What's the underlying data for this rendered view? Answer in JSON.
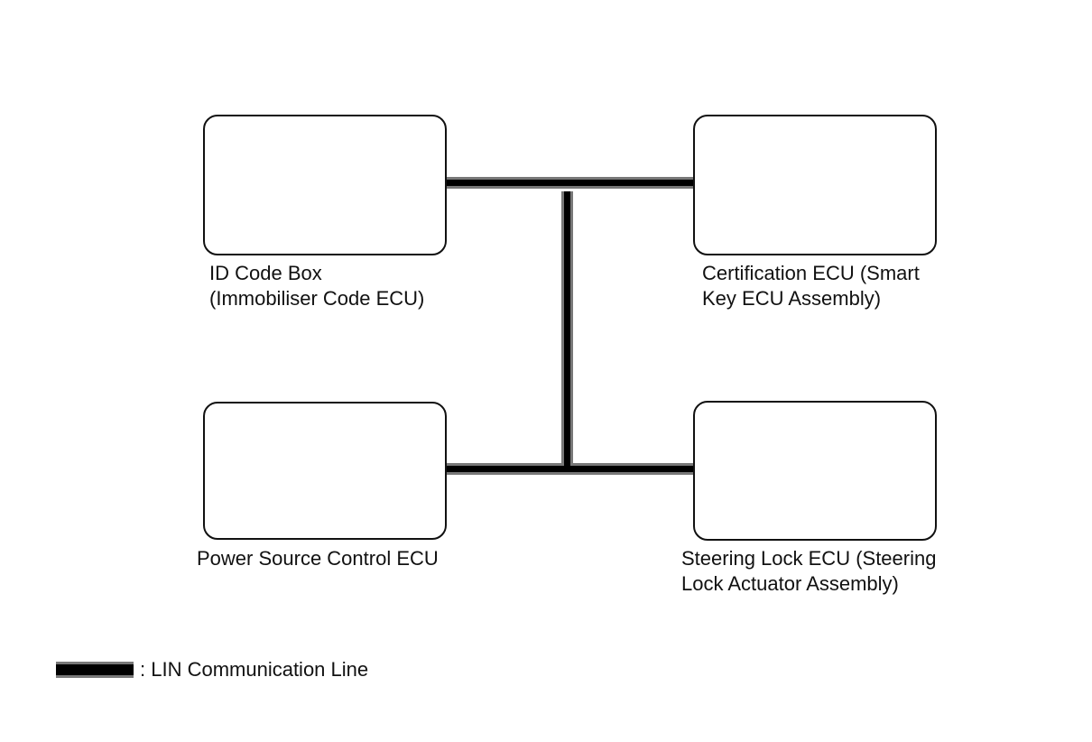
{
  "diagram": {
    "boxes": [
      {
        "name": "id-code-box",
        "label_lines": [
          "ID Code Box",
          "(Immobiliser Code ECU)"
        ]
      },
      {
        "name": "certification-ecu",
        "label_lines": [
          "Certification ECU (Smart",
          "Key ECU Assembly)"
        ]
      },
      {
        "name": "power-source-control-ecu",
        "label_lines": [
          "Power Source Control ECU"
        ]
      },
      {
        "name": "steering-lock-ecu",
        "label_lines": [
          "Steering Lock ECU (Steering",
          "Lock Actuator Assembly)"
        ]
      }
    ],
    "connections": [
      {
        "name": "lin-bus-top",
        "from": "id-code-box",
        "to": "certification-ecu",
        "type": "LIN"
      },
      {
        "name": "lin-bus-bottom",
        "from": "power-source-control-ecu",
        "to": "steering-lock-ecu",
        "type": "LIN"
      },
      {
        "name": "lin-bus-middle",
        "from": "lin-bus-top",
        "to": "lin-bus-bottom",
        "type": "LIN"
      }
    ],
    "legend": {
      "label": ": LIN Communication Line",
      "line_name": "LIN Communication Line"
    },
    "colors": {
      "background": "#ffffff",
      "line_core": "#000000",
      "line_edge": "#787878",
      "box_border": "#111111",
      "text": "#111111"
    }
  }
}
